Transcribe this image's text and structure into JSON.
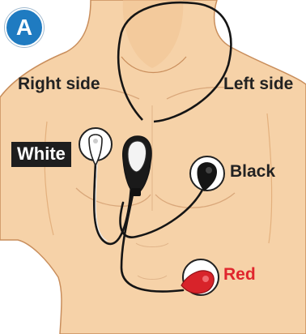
{
  "figure": {
    "badge": "A",
    "labels": {
      "right_side": "Right side",
      "left_side": "Left side",
      "white": "White",
      "black": "Black",
      "red": "Red"
    },
    "colors": {
      "skin": "#f6d2a8",
      "skin_shadow": "#e3b07d",
      "outline": "#c98e5c",
      "badge": "#1f7bc1",
      "cable": "#151515",
      "red_label": "#e0262d",
      "electrode_red": "#d8232a"
    },
    "electrodes": [
      "white-electrode",
      "black-electrode",
      "red-electrode"
    ]
  }
}
